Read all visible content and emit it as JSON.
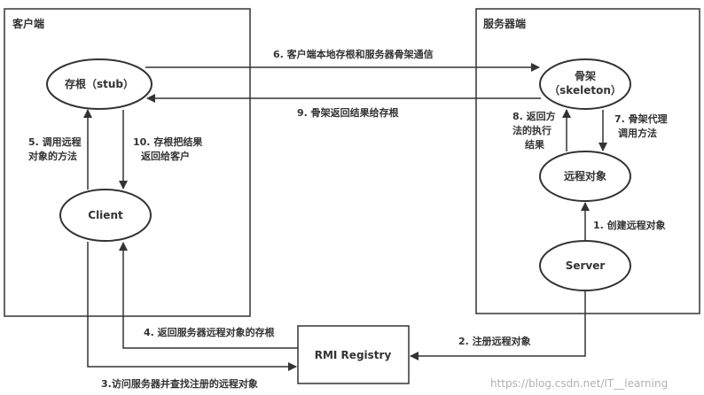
{
  "boxes": {
    "client_side": "客户端",
    "server_side": "服务器端",
    "registry": "RMI Registry"
  },
  "nodes": {
    "stub": "存根（stub）",
    "skeleton_line1": "骨架",
    "skeleton_line2": "（skeleton）",
    "client": "Client",
    "remote_object": "远程对象",
    "server": "Server"
  },
  "steps": {
    "s1": "1. 创建远程对象",
    "s2": "2. 注册远程对象",
    "s3": "3.访问服务器并查找注册的远程对象",
    "s4": "4. 返回服务器远程对象的存根",
    "s5_line1": "5. 调用远程",
    "s5_line2": "对象的方法",
    "s6": "6. 客户端本地存根和服务器骨架通信",
    "s7_line1": "7. 骨架代理",
    "s7_line2": "调用方法",
    "s8_line1": "8. 返回方",
    "s8_line2": "法的执行",
    "s8_line3": "结果",
    "s9": "9. 骨架返回结果给存根",
    "s10_line1": "10. 存根把结果",
    "s10_line2": "返回给客户"
  },
  "watermark": "https://blog.csdn.net/IT__learning"
}
